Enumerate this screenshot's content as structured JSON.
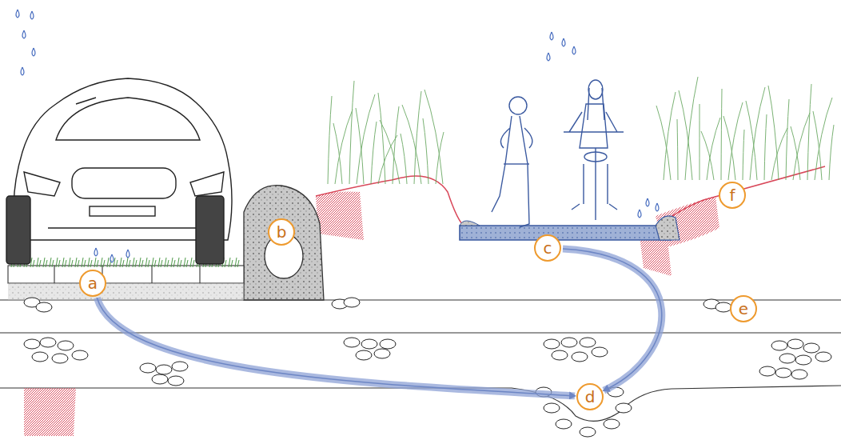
{
  "diagram": {
    "nodes": [
      {
        "text": [
          "a"
        ]
      },
      {
        "text": [
          "b"
        ]
      },
      {
        "text": [
          "c"
        ]
      },
      {
        "text": [
          "d"
        ]
      },
      {
        "text": [
          "e"
        ]
      },
      {
        "text": [
          "f"
        ]
      }
    ],
    "edges": [
      {
        "from": 0,
        "to": 3,
        "arrow": "to"
      },
      {
        "from": 2,
        "to": 3,
        "arrow": "to"
      }
    ]
  }
}
